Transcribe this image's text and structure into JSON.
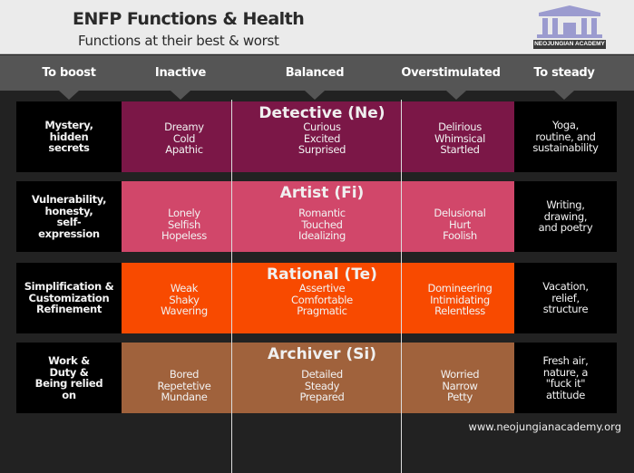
{
  "header": {
    "title": "ENFP Functions & Health",
    "subtitle": "Functions at their best & worst",
    "logo_text": "NEOJUNGIAN ACADEMY"
  },
  "columns": [
    "To boost",
    "Inactive",
    "Balanced",
    "Overstimulated",
    "To steady"
  ],
  "rows": [
    {
      "name": "Detective (Ne)",
      "color": "#7b1747",
      "boost": "Mystery,\nhidden\nsecrets",
      "inactive": "Dreamy\nCold\nApathic",
      "balanced": "Curious\nExcited\nSurprised",
      "over": "Delirious\nWhimsical\nStartled",
      "steady": "Yoga,\nroutine, and\nsustainability"
    },
    {
      "name": "Artist (Fi)",
      "color": "#d1476a",
      "boost": "Vulnerability,\nhonesty,\nself-\nexpression",
      "inactive": "Lonely\nSelfish\nHopeless",
      "balanced": "Romantic\nTouched\nIdealizing",
      "over": "Delusional\nHurt\nFoolish",
      "steady": "Writing,\ndrawing,\nand poetry"
    },
    {
      "name": "Rational (Te)",
      "color": "#f84a00",
      "boost": "Simplification &\nCustomization\nRefinement",
      "inactive": "Weak\nShaky\nWavering",
      "balanced": "Assertive\nComfortable\nPragmatic",
      "over": "Domineering\nIntimidating\nRelentless",
      "steady": "Vacation,\nrelief,\nstructure"
    },
    {
      "name": "Archiver (Si)",
      "color": "#a0623c",
      "boost": "Work &\nDuty &\nBeing relied\non",
      "inactive": "Bored\nRepetetive\nMundane",
      "balanced": "Detailed\nSteady\nPrepared",
      "over": "Worried\nNarrow\nPetty",
      "steady": "Fresh air,\nnature, a\n\"fuck it\"\nattitude"
    }
  ],
  "footer": {
    "url": "www.neojungianacademy.org"
  }
}
